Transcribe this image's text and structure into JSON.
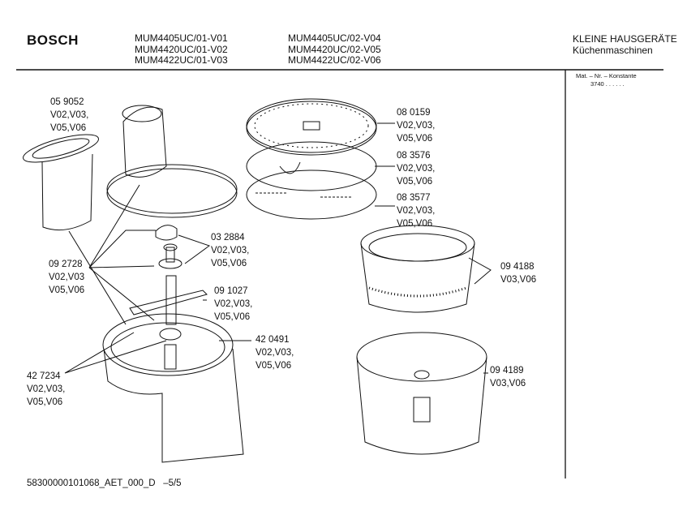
{
  "header": {
    "brand": "BOSCH",
    "models_col1": [
      "MUM4405UC/01-V01",
      "MUM4420UC/01-V02",
      "MUM4422UC/01-V03"
    ],
    "models_col2": [
      "MUM4405UC/02-V04",
      "MUM4420UC/02-V05",
      "MUM4422UC/02-V06"
    ],
    "category": "KLEINE HAUSGERÄTE",
    "subcategory": "Küchenmaschinen",
    "mat_label": "Mat. – Nr. – Konstante",
    "mat_value": "3740 . . . . . ."
  },
  "parts": [
    {
      "number": "05 9052",
      "variants": "V02,V03,\nV05,V06"
    },
    {
      "number": "08 0159",
      "variants": "V02,V03,\nV05,V06"
    },
    {
      "number": "08 3576",
      "variants": "V02,V03,\nV05,V06"
    },
    {
      "number": "08 3577",
      "variants": "V02,V03,\nV05,V06"
    },
    {
      "number": "03 2884",
      "variants": "V02,V03,\nV05,V06"
    },
    {
      "number": "09 2728",
      "variants": "V02,V03\nV05,V06"
    },
    {
      "number": "09 1027",
      "variants": "V02,V03,\nV05,V06"
    },
    {
      "number": "09 4188",
      "variants": "V03,V06"
    },
    {
      "number": "42 0491",
      "variants": "V02,V03,\nV05,V06"
    },
    {
      "number": "42 7234",
      "variants": "V02,V03,\nV05,V06"
    },
    {
      "number": "09 4189",
      "variants": "V03,V06"
    }
  ],
  "footer": {
    "doc_id": "58300000101068_AET_000_D",
    "page": "–5/5"
  }
}
